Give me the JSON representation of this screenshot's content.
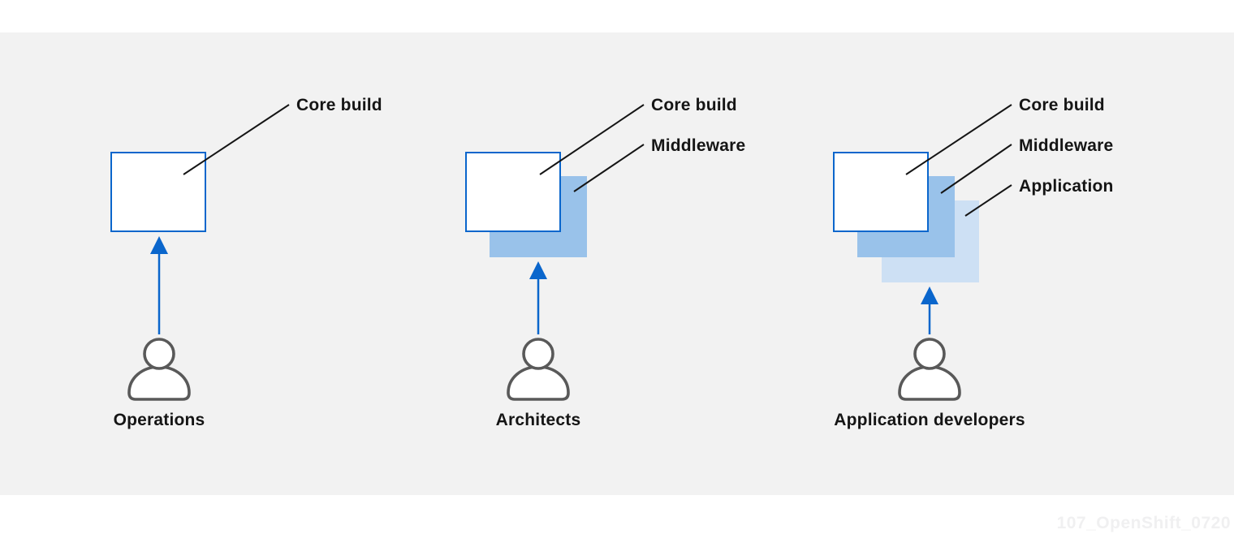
{
  "groups": [
    {
      "persona": "Operations",
      "layers": [
        {
          "label": "Core build"
        }
      ]
    },
    {
      "persona": "Architects",
      "layers": [
        {
          "label": "Core build"
        },
        {
          "label": "Middleware"
        }
      ]
    },
    {
      "persona": "Application developers",
      "layers": [
        {
          "label": "Core build"
        },
        {
          "label": "Middleware"
        },
        {
          "label": "Application"
        }
      ]
    }
  ],
  "watermark": "107_OpenShift_0720",
  "icons": {
    "person": "person-icon",
    "arrow": "arrow-up-icon"
  },
  "colors": {
    "canvas_band": "#f2f2f2",
    "core_build_border": "#0a66cc",
    "core_build_fill": "#ffffff",
    "middleware_fill": "#99c2ea",
    "application_fill": "#cde0f4",
    "arrow": "#0a66cc",
    "annotation_line": "#151515",
    "text": "#151515",
    "person_stroke": "#595959",
    "watermark_text": "#f0f0f1"
  }
}
